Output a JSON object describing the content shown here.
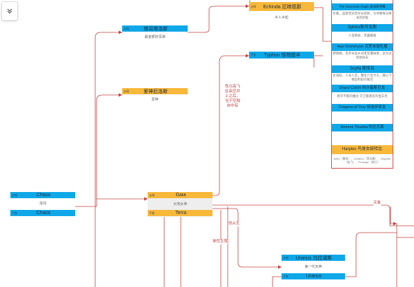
{
  "toolbar": {
    "collapse_icon": "double-chevron-down-icon"
  },
  "nodes": {
    "chaos": {
      "tag_top": "父母",
      "name_top": "Chaos",
      "desc": "混沌",
      "tag_bottom": "子女",
      "name_bottom": "Chaos"
    },
    "gaia": {
      "tag_top": "父母",
      "name_top": "Gaia",
      "desc": "大地女神",
      "tag_bottom": "子女",
      "name_bottom": "Terra"
    },
    "tartarus": {
      "tag": "父母",
      "name": "塔耳塔洛斯",
      "desc": "最底部的深渊"
    },
    "eros": {
      "tag": "父母",
      "name": "爱神厄洛斯",
      "desc": "爱神"
    },
    "echidna": {
      "tag": "父母",
      "name": "Echinda 厄喀德那",
      "desc": "半人半蛇"
    },
    "typhon": {
      "tag": "子女",
      "name": "Typhon 怪物提丰"
    },
    "uranus": {
      "tag_top": "父母",
      "name_top": "Uranus 乌拉诺斯",
      "desc": "第一代天神",
      "tag_bottom": "子女",
      "name_bottom": "Uranus"
    }
  },
  "offspring_panel": {
    "items": [
      {
        "name": "The Caucasian Eagle 高加索神鹰",
        "note": "巨鹰，宙斯曾惩普罗米修斯，令神鹰每日啄食其肝脏"
      },
      {
        "name": "Sphinx斯芬克斯",
        "note": "人首狮身、凯露螺尾"
      },
      {
        "name": "Hus Orommyon 克罗米翁牝猪",
        "note": "野猪精，克罗米翁乡间害常遭祸患，后为忒修斯除去"
      },
      {
        "name": "Scylla 斯库拉",
        "note": "女海妖，人身人首，腰生六首犬头，腰以下像鱼和蛇的尾巴"
      },
      {
        "name": "Draco Colchi 科尔基斯巨龙",
        "note": "看守不眠的魔龙 守卫着著名的金羊毛"
      },
      {
        "name": "Dragons of Troy 特洛伊双龙",
        "note": ""
      },
      {
        "name": "Anemoi Thuellai 阿尼苏莱",
        "note": ""
      },
      {
        "name": "Harpies 鸟身女妖哈比",
        "note": "Aello（暴雨）、Celaeno（黑风暴）、Okypete（疾飞）、Podarge（疾行）"
      }
    ]
  },
  "edge_labels": {
    "flying": "性丘高飞在高空并上之后，当于空独自中有",
    "sky": "天象",
    "born": "但从生",
    "single": "单性生殖"
  },
  "colors": {
    "blue": "#0ea8e8",
    "yellow": "#f8b83a",
    "edge": "#c2413f",
    "panel_border": "#d24a4a"
  }
}
